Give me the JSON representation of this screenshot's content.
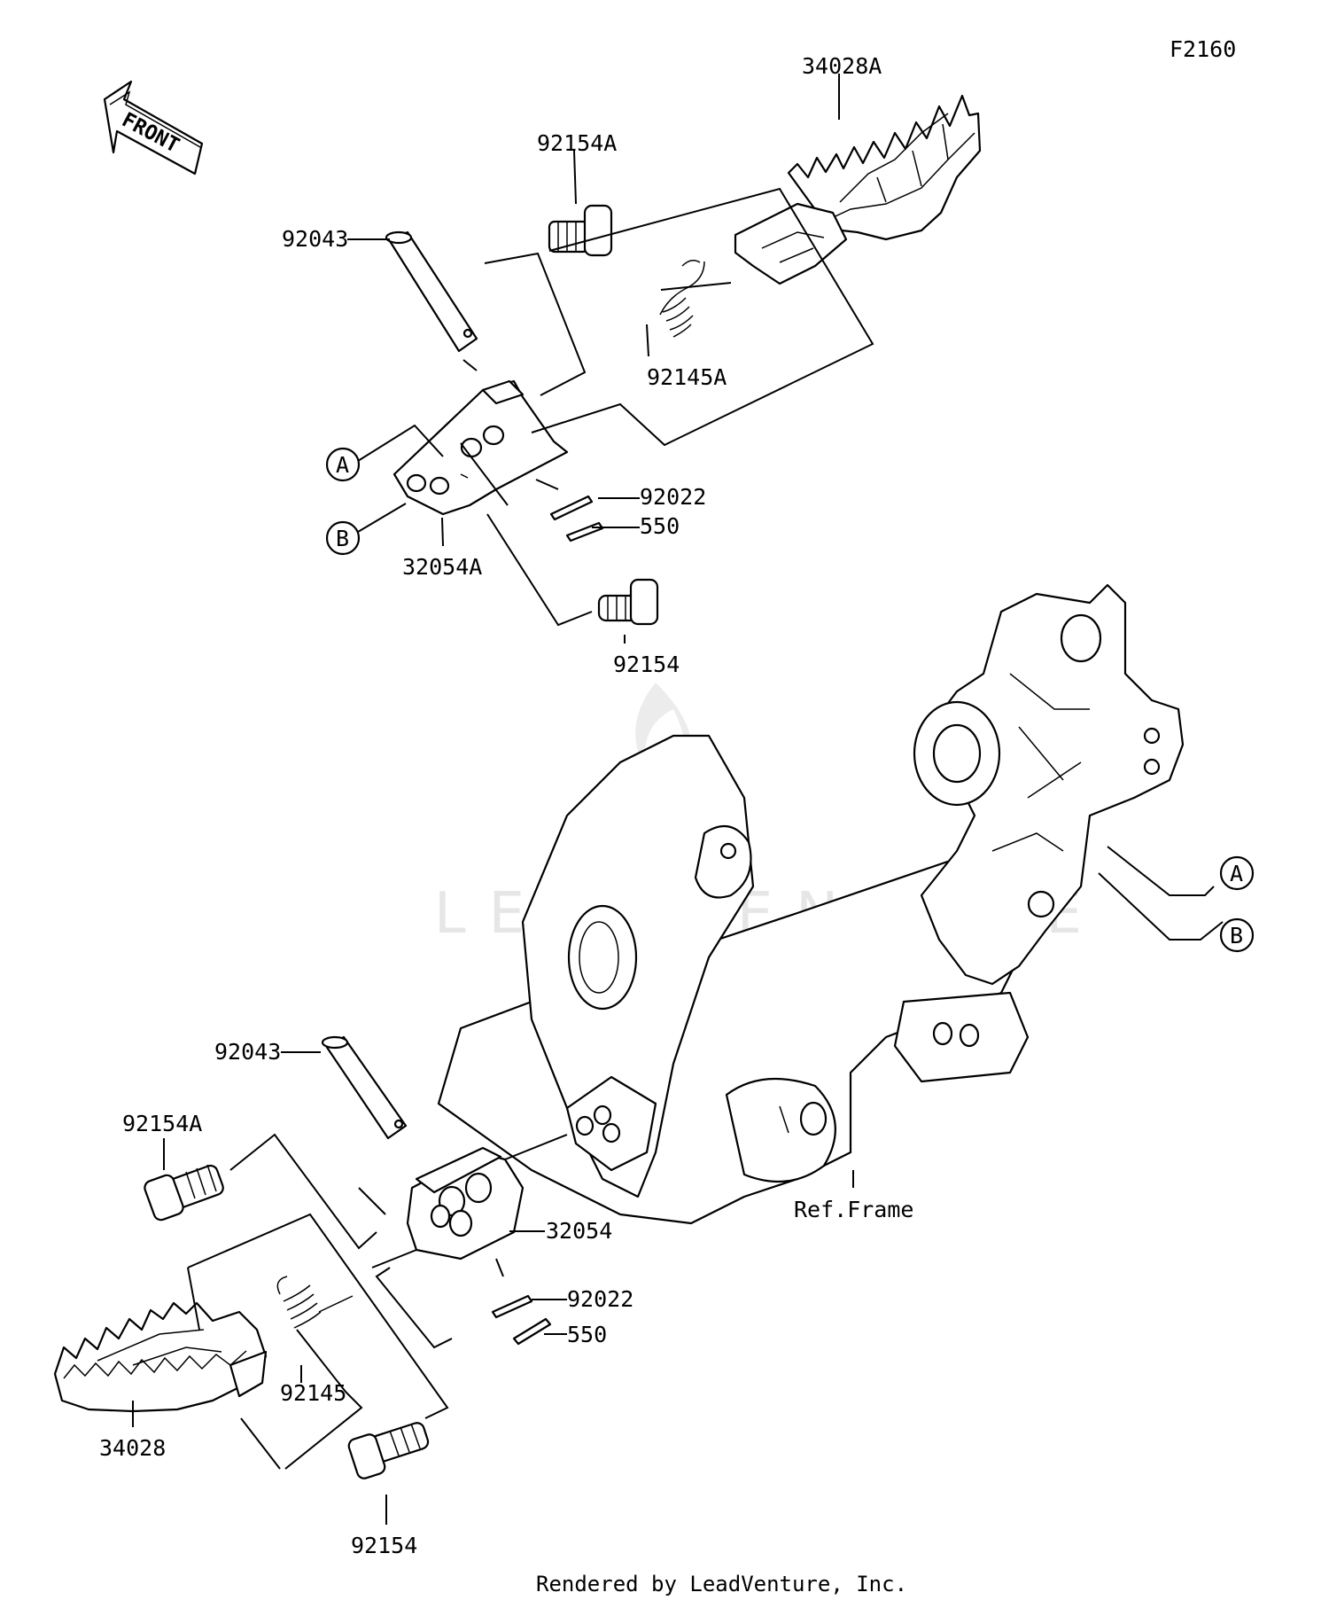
{
  "figure_code": "F2160",
  "front_arrow_label": "FRONT",
  "watermark": "LEADVENTURE",
  "footer": "Rendered by LeadVenture, Inc.",
  "frame_label": "Ref.Frame",
  "callouts": {
    "A": "A",
    "B": "B"
  },
  "upper_assembly": {
    "footpeg": "34028A",
    "bolt_a": "92154A",
    "pin": "92043",
    "spring": "92145A",
    "bracket": "32054A",
    "spring_clip": "92022",
    "cotter_pin": "550",
    "bolt": "92154"
  },
  "lower_assembly": {
    "pin": "92043",
    "bolt_a": "92154A",
    "bracket": "32054",
    "spring_clip": "92022",
    "cotter_pin": "550",
    "spring": "92145",
    "footpeg": "34028",
    "bolt": "92154"
  }
}
